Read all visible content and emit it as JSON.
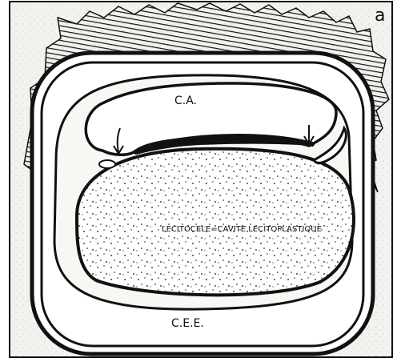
{
  "figure": {
    "panel_letter": "a",
    "labels": {
      "amniotic_cavity": "C.A.",
      "yolk_region": "LECITOCELE=CAVITE LECITOPLASTIQUE",
      "extraembryonic_coelom": "C.E.E."
    }
  },
  "colors": {
    "ink": "#111111",
    "paper": "#ffffff",
    "background_tint": "#f4f2ee"
  }
}
